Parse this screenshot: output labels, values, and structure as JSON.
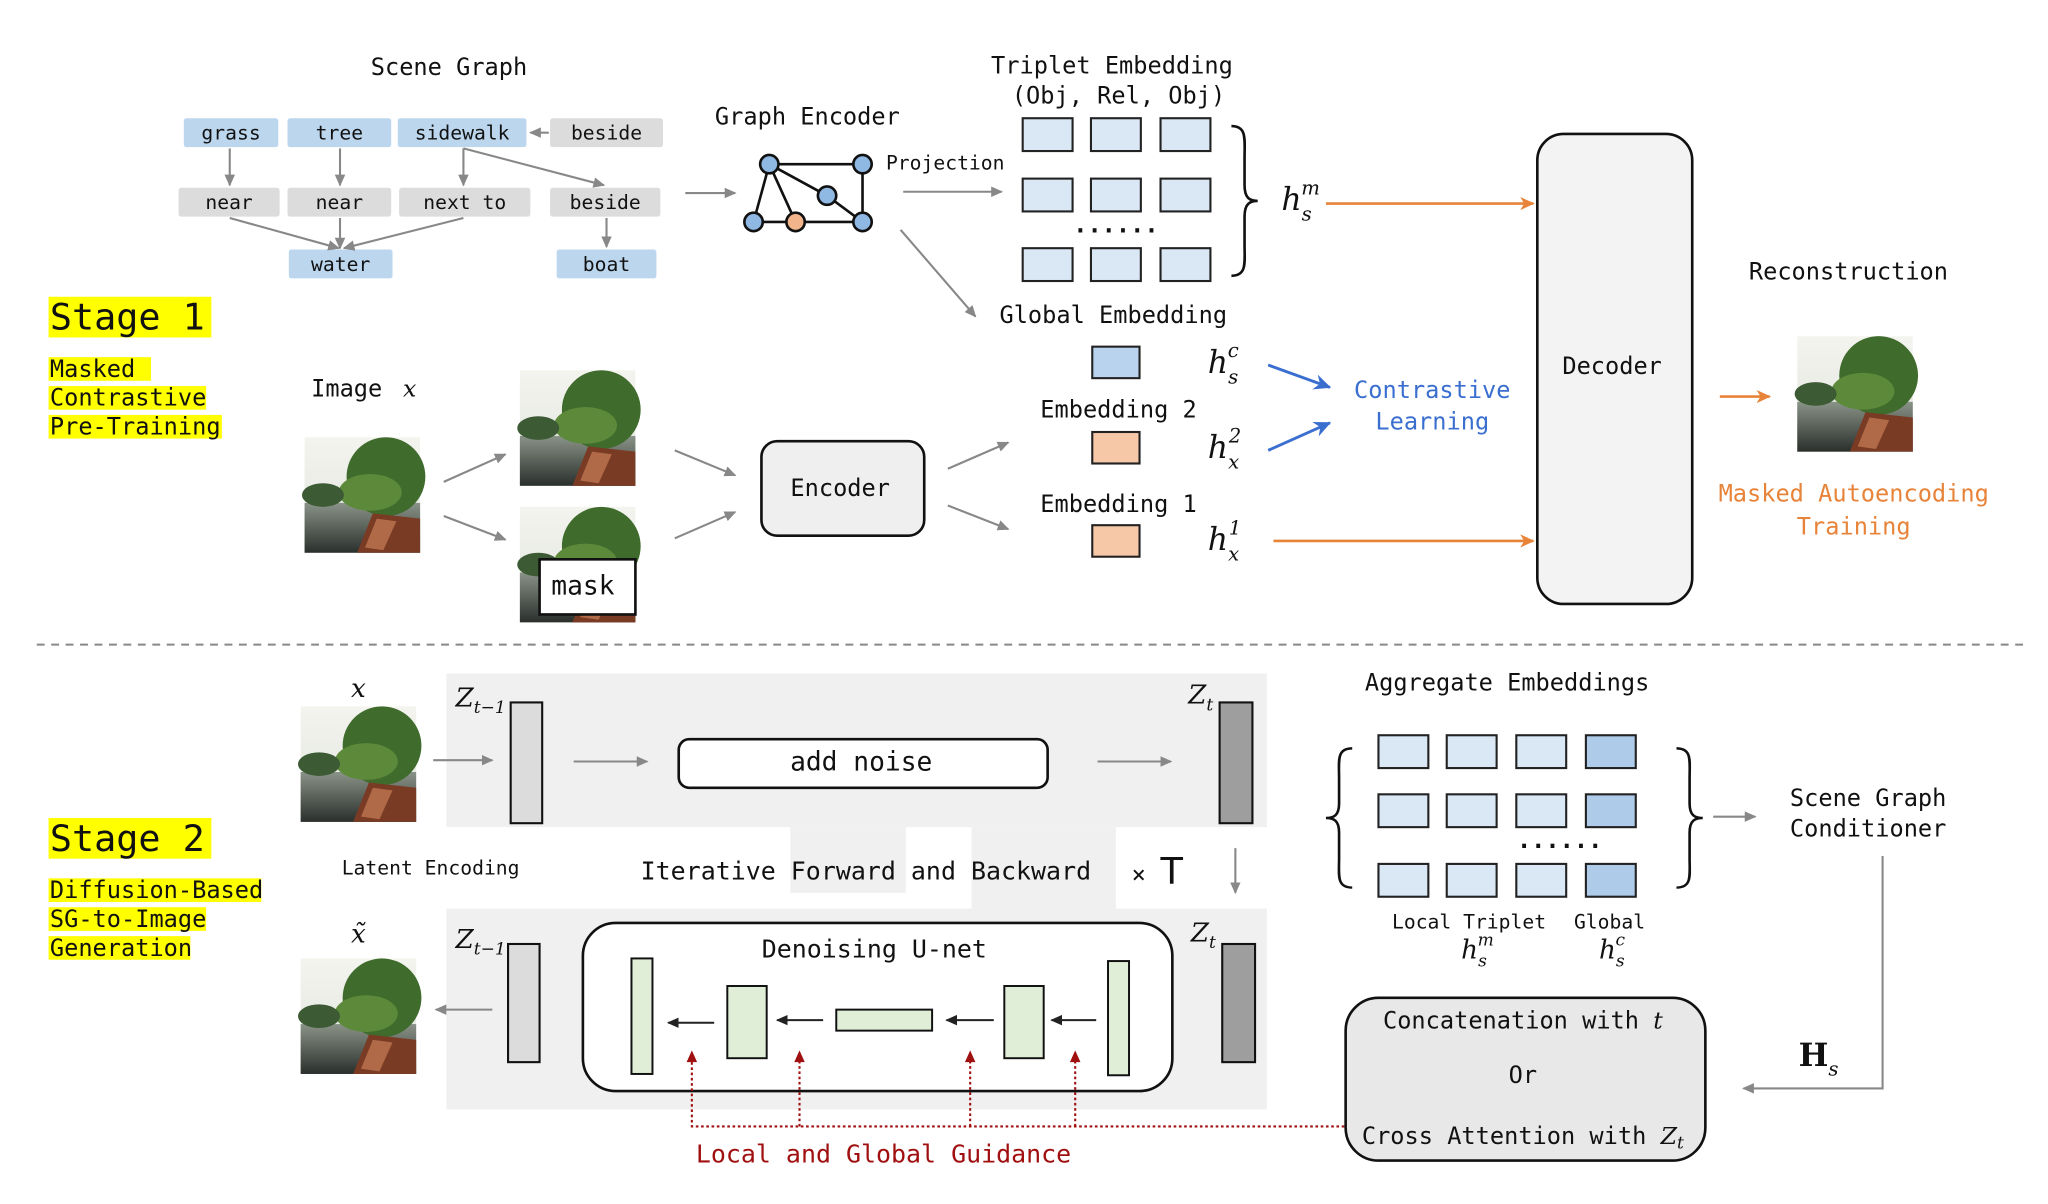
{
  "stage1": {
    "title": "Stage 1",
    "subtitle": [
      "Masked",
      "Contrastive",
      "Pre-Training"
    ],
    "scene_graph": {
      "title": "Scene Graph",
      "nodes": [
        {
          "label": "grass",
          "kind": "object"
        },
        {
          "label": "tree",
          "kind": "object"
        },
        {
          "label": "sidewalk",
          "kind": "object"
        },
        {
          "label": "beside",
          "kind": "relation"
        },
        {
          "label": "near",
          "kind": "relation"
        },
        {
          "label": "near",
          "kind": "relation"
        },
        {
          "label": "next to",
          "kind": "relation"
        },
        {
          "label": "beside",
          "kind": "relation"
        },
        {
          "label": "water",
          "kind": "object"
        },
        {
          "label": "boat",
          "kind": "object"
        }
      ]
    },
    "graph_encoder": "Graph Encoder",
    "projection": "Projection",
    "triplet_embedding": {
      "title": "Triplet Embedding",
      "subtitle": "(Obj, Rel, Obj)",
      "dots": "......"
    },
    "global_embedding": "Global Embedding",
    "embedding2": "Embedding 2",
    "embedding1": "Embedding 1",
    "h_s_m": {
      "base": "h",
      "sub": "s",
      "sup": "m"
    },
    "h_s_c": {
      "base": "h",
      "sub": "s",
      "sup": "c"
    },
    "h_x_2": {
      "base": "h",
      "sub": "x",
      "sup": "2"
    },
    "h_x_1": {
      "base": "h",
      "sub": "x",
      "sup": "1"
    },
    "contrastive": [
      "Contrastive",
      "Learning"
    ],
    "image_label": "Image",
    "image_var": "x",
    "mask": "mask",
    "encoder": "Encoder",
    "decoder": "Decoder",
    "reconstruction": "Reconstruction",
    "mae": [
      "Masked Autoencoding",
      "Training"
    ]
  },
  "stage2": {
    "title": "Stage 2",
    "subtitle": [
      "Diffusion-Based",
      "SG-to-Image",
      "Generation"
    ],
    "x_label": "x",
    "x_tilde_label": "x̃",
    "z_prev": {
      "base": "Z",
      "sub": "t−1"
    },
    "z_t": {
      "base": "Z",
      "sub": "t"
    },
    "add_noise": "add noise",
    "latent_encoding": "Latent Encoding",
    "iterative": [
      "Iterative",
      "Forward",
      "and",
      "Backward"
    ],
    "times": "×",
    "T": "T",
    "denoising": "Denoising U-net",
    "guidance": "Local and Global Guidance",
    "aggregate": "Aggregate Embeddings",
    "dots": "......",
    "local_triplet": "Local Triplet",
    "global": "Global",
    "h_s_m": {
      "base": "h",
      "sub": "s",
      "sup": "m"
    },
    "h_s_c": {
      "base": "h",
      "sub": "s",
      "sup": "c"
    },
    "conditioner": [
      "Scene Graph",
      "Conditioner"
    ],
    "H_s": {
      "base": "H",
      "sub": "s"
    },
    "concat": {
      "line1": "Concatenation with",
      "line1_var": "t",
      "or": "Or",
      "line3": "Cross Attention with",
      "line3_var": "Z",
      "line3_sub": "t"
    }
  },
  "colors": {
    "highlight": "#ffff00",
    "orange": "#e8833a",
    "blue_text": "#3a6fd0",
    "guidance_red": "#a01010",
    "object_node": "#bcd6ee",
    "relation_node": "#dcdcdc",
    "unet_block": "#e0eed8"
  }
}
